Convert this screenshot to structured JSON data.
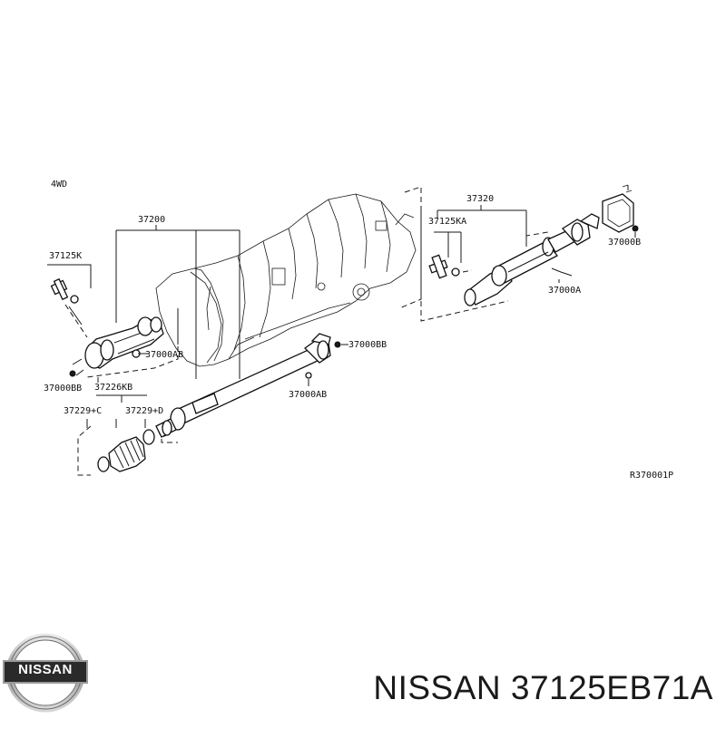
{
  "diagram": {
    "variant_label": "4WD",
    "reference_code": "R370001P",
    "callouts": {
      "c37200": "37200",
      "c37125K": "37125K",
      "c37000AB_left": "37000AB",
      "c37000BB_left": "37000BB",
      "c37226KB": "37226KB",
      "c37229C": "37229+C",
      "c37229D": "37229+D",
      "c37000BB_mid": "37000BB",
      "c37000AB_mid": "37000AB",
      "c37320": "37320",
      "c37125KA": "37125KA",
      "c37000B": "37000B",
      "c37000A": "37000A"
    }
  },
  "footer": {
    "brand": "NISSAN",
    "part_number": "NISSAN 37125EB71A"
  }
}
